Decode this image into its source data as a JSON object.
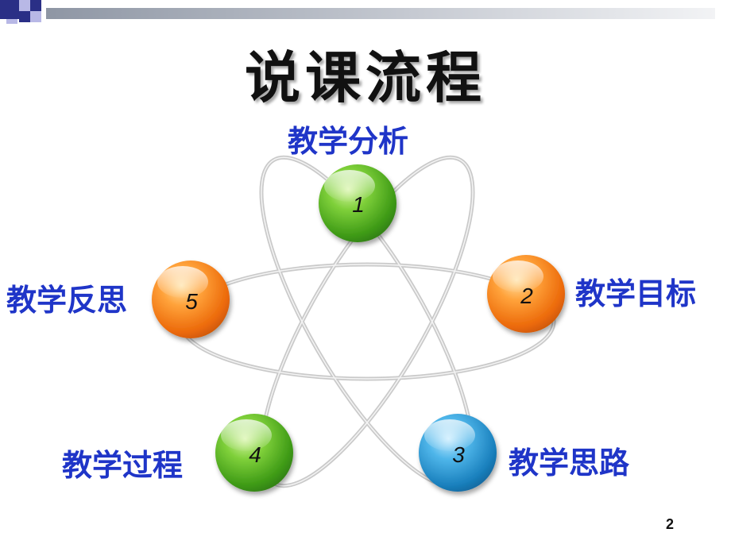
{
  "slide": {
    "title": "说课流程",
    "page_number": "2"
  },
  "nodes": [
    {
      "number": "1",
      "label": "教学分析",
      "color": "#4aa61d"
    },
    {
      "number": "2",
      "label": "教学目标",
      "color": "#f07a10"
    },
    {
      "number": "3",
      "label": "教学思路",
      "color": "#1f8fc8"
    },
    {
      "number": "4",
      "label": "教学过程",
      "color": "#4aa61d"
    },
    {
      "number": "5",
      "label": "教学反思",
      "color": "#f07a10"
    }
  ],
  "colors": {
    "label_text": "#1f35c8",
    "orbit": "#c8c8c8",
    "deco_navy": "#2a2f86",
    "deco_lavender": "#b8b8e6",
    "deco_band": "#9aa0a8"
  }
}
